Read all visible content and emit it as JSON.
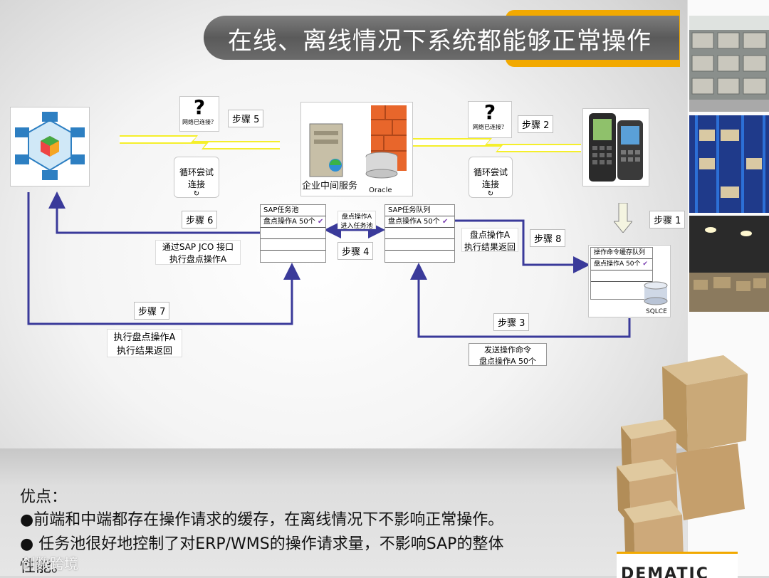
{
  "title": "在线、离线情况下系统都能够正常操作",
  "colors": {
    "accent": "#f2a900",
    "arrow": "#3a3a9a",
    "title_bar": "#6b6b6b"
  },
  "left_system": {
    "icon": "erp-modules-icon"
  },
  "middle": {
    "label": "企业中间服务",
    "db_label": "Oracle"
  },
  "device": {
    "icon": "handheld-terminal-icon"
  },
  "network_left": {
    "question_text": "网络已连接？",
    "retry_line1": "循环尝试",
    "retry_line2": "连接"
  },
  "network_right": {
    "question_text": "网络已连接？",
    "retry_line1": "循环尝试",
    "retry_line2": "连接"
  },
  "steps": {
    "s1": "步骤 1",
    "s2": "步骤 2",
    "s3": "步骤 3",
    "s4": "步骤 4",
    "s5": "步骤 5",
    "s6": "步骤 6",
    "s7": "步骤 7",
    "s8": "步骤 8"
  },
  "sap_pool": {
    "header": "SAP任务池",
    "row1": "盘点操作A  50个"
  },
  "sap_queue": {
    "header": "SAP任务队列",
    "row1": "盘点操作A  50个"
  },
  "cache_queue": {
    "header": "操作命令缓存队列",
    "row1": "盘点操作A  50个",
    "db_label": "SQLCE"
  },
  "notes": {
    "jco_line1": "通过SAP JCO 接口",
    "jco_line2": "执行盘点操作A",
    "enter_pool_line1": "盘点操作A",
    "enter_pool_line2": "进入任务池",
    "result_line1": "盘点操作A",
    "result_line2": "执行结果返回",
    "exec_line1": "执行盘点操作A",
    "exec_line2": "执行结果返回",
    "send_line1": "发送操作命令",
    "send_line2": "盘点操作A  50个"
  },
  "bottom": {
    "heading": "优点：",
    "point1": "●前端和中端都存在操作请求的缓存，在离线情况下不影响正常操作。",
    "point2": "● 任务池很好地控制了对ERP/WMS的操作请求量，不影响SAP的整体",
    "point2_cont": "性能。"
  },
  "watermark": "创数跨境",
  "brand_partial": "DEMATIC"
}
